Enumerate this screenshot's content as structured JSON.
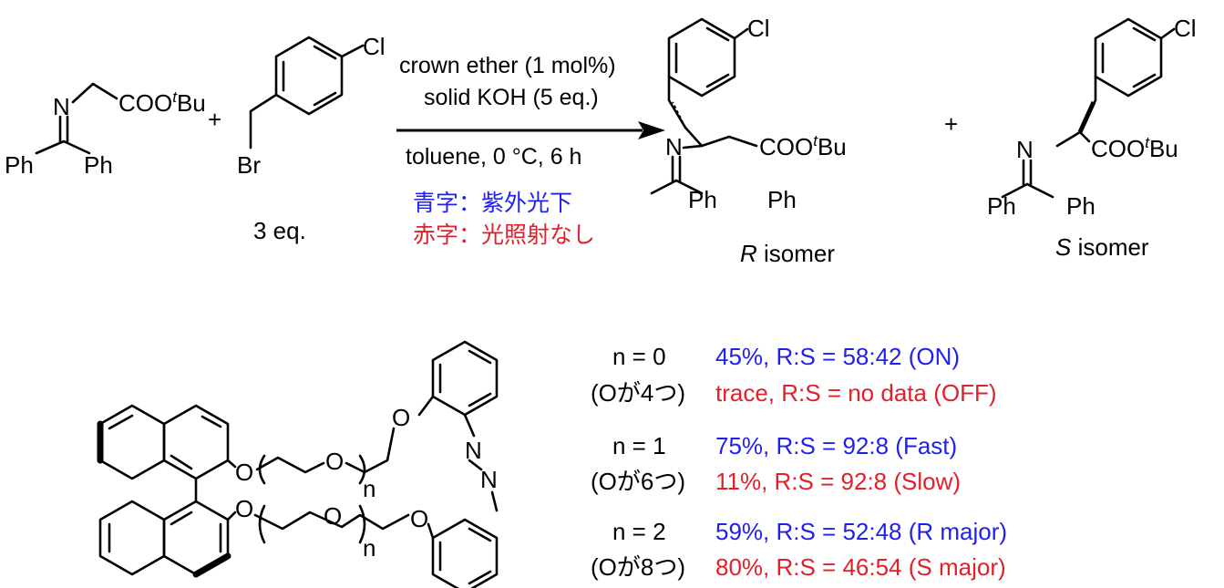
{
  "reactants": {
    "imine": {
      "n_label": "N",
      "ester_label": "COO",
      "tbu_sup": "t",
      "tbu_label": "Bu",
      "ph_left": "Ph",
      "ph_right": "Ph"
    },
    "plus": "+",
    "benzyl_bromide": {
      "cl_label": "Cl",
      "br_label": "Br",
      "equiv": "3 eq."
    }
  },
  "conditions": {
    "line1": "crown ether (1 mol%)",
    "line2": "solid KOH (5 eq.)",
    "line3": "toluene, 0 °C, 6 h",
    "legend_blue": "青字：紫外光下",
    "legend_red": "赤字：光照射なし",
    "blue_color": "#1f1ff0",
    "red_color": "#e0202a"
  },
  "products": {
    "r": {
      "cl_label": "Cl",
      "n_label": "N",
      "ester_label": "COO",
      "tbu_sup": "t",
      "tbu_label": "Bu",
      "ph_left": "Ph",
      "ph_right": "Ph",
      "stereo": "R",
      "isomer": "isomer"
    },
    "plus": "+",
    "s": {
      "cl_label": "Cl",
      "n_label": "N",
      "ester_label": "COO",
      "tbu_sup": "t",
      "tbu_label": "Bu",
      "ph_left": "Ph",
      "ph_right": "Ph",
      "stereo": "S",
      "isomer": "isomer"
    }
  },
  "crown_ether": {
    "o_label": "O",
    "n_sub": "n",
    "azo_n": "N"
  },
  "results": [
    {
      "n": "n = 0",
      "oxygens": "(Oが4つ)",
      "uv": "45%, R:S = 58:42 (ON)",
      "dark": "trace, R:S = no data (OFF)"
    },
    {
      "n": "n = 1",
      "oxygens": "(Oが6つ)",
      "uv": "75%, R:S = 92:8 (Fast)",
      "dark": "11%, R:S = 92:8 (Slow)"
    },
    {
      "n": "n = 2",
      "oxygens": "(Oが8つ)",
      "uv": "59%, R:S = 52:48 (R major)",
      "dark": "80%, R:S = 46:54 (S major)"
    }
  ]
}
